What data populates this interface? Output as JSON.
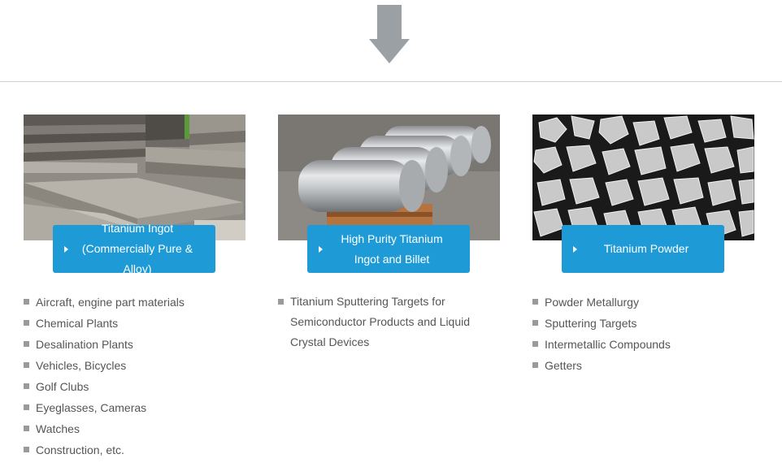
{
  "colors": {
    "accent": "#1e9bd7",
    "arrow": "#9aa0a3",
    "bullet": "#9a9a9a",
    "text": "#555555"
  },
  "icons": {
    "arrow": "arrow-down-icon",
    "play": "play-icon",
    "bullet": "square-bullet-icon"
  },
  "products": [
    {
      "title_line1": "Titanium Ingot",
      "title_line2": "(Commercially Pure & Alloy)",
      "uses": [
        "Aircraft, engine part materials",
        "Chemical Plants",
        "Desalination Plants",
        "Vehicles, Bicycles",
        "Golf Clubs",
        "Eyeglasses, Cameras",
        "Watches",
        "Construction, etc."
      ]
    },
    {
      "title_line1": "High Purity Titanium",
      "title_line2": "Ingot and Billet",
      "uses": [
        "Titanium Sputtering Targets for Semiconductor Products and Liquid Crystal Devices"
      ]
    },
    {
      "title_line1": "Titanium Powder",
      "uses": [
        "Powder Metallurgy",
        "Sputtering Targets",
        "Intermetallic Compounds",
        "Getters"
      ]
    }
  ]
}
